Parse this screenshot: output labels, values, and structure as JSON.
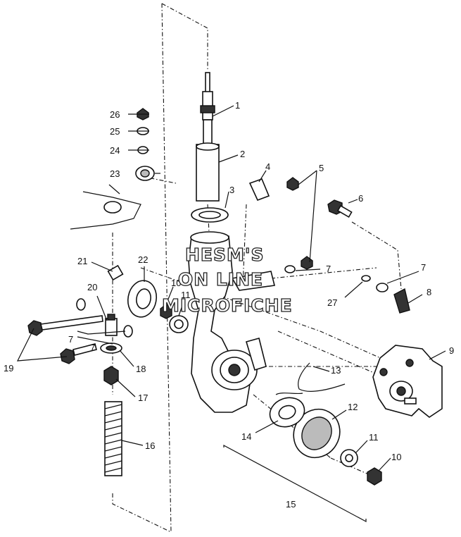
{
  "diagram": {
    "callouts": [
      "1",
      "2",
      "3",
      "4",
      "5",
      "6",
      "7",
      "8",
      "9",
      "10",
      "11",
      "12",
      "13",
      "14",
      "15",
      "16",
      "17",
      "18",
      "19",
      "20",
      "21",
      "22",
      "23",
      "24",
      "25",
      "26",
      "27",
      "7",
      "7",
      "10",
      "11",
      "7"
    ],
    "watermark": [
      "HESM'S",
      "ON LINE",
      "MICROFICHE"
    ]
  }
}
